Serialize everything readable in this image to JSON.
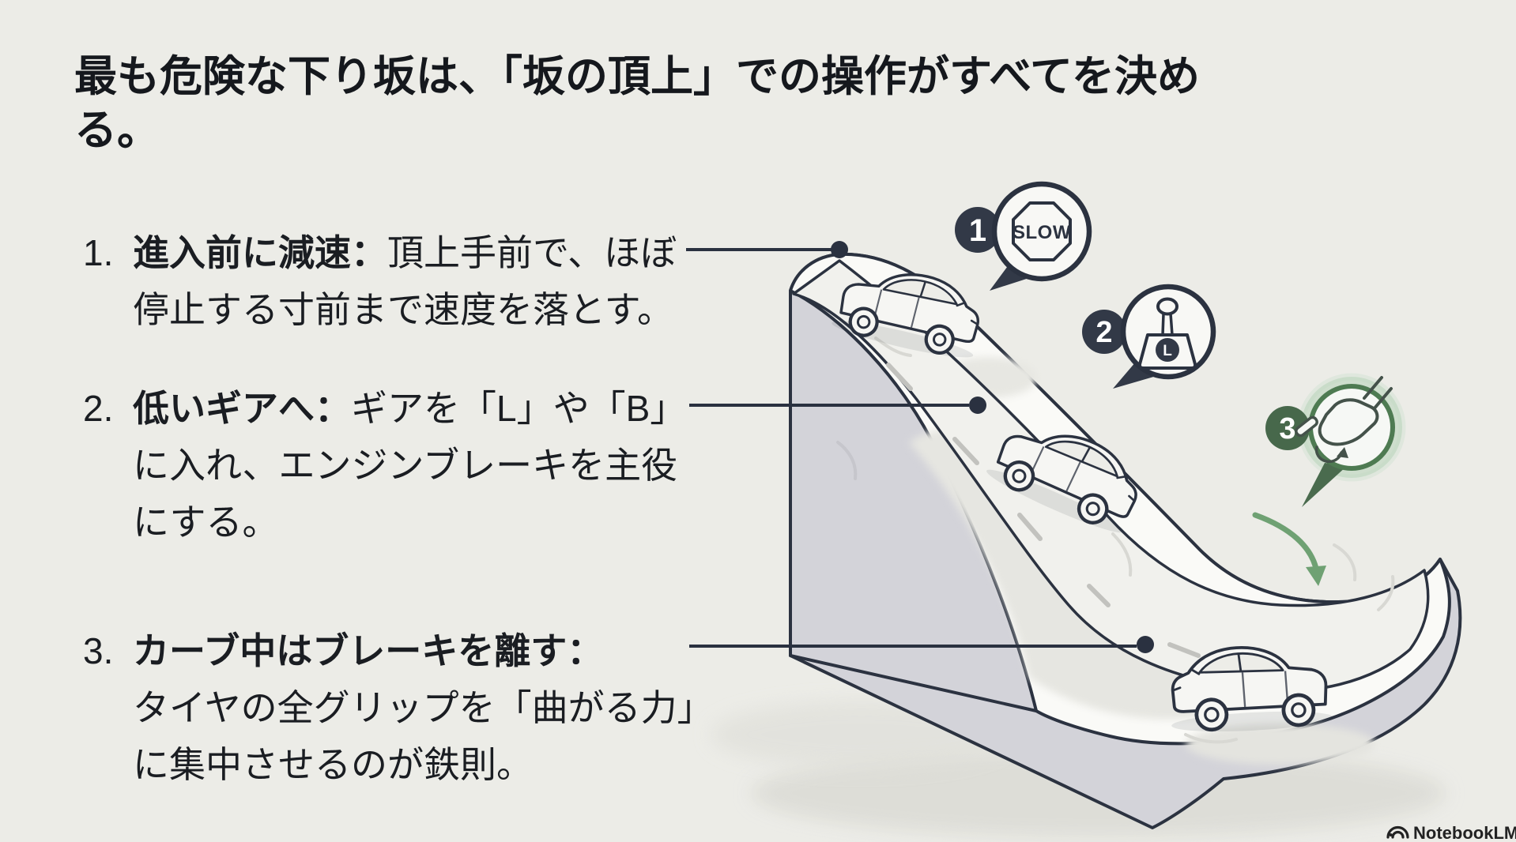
{
  "title": "最も危険な下り坂は、「坂の頂上」での操作がすべてを決める。",
  "steps": [
    {
      "num": "1.",
      "lead": "進入前に減速：",
      "line1_rest": "頂上手前で、ほぼ",
      "line2": "停止する寸前まで速度を落とす。",
      "line3": ""
    },
    {
      "num": "2.",
      "lead": "低いギアへ：",
      "line1_rest": "ギアを「L」や「B」",
      "line2": "に入れ、エンジンブレーキを主役",
      "line3": "にする。"
    },
    {
      "num": "3.",
      "lead": "カーブ中はブレーキを離す：",
      "line1_rest": "",
      "line2": "タイヤの全グリップを「曲がる力」",
      "line3": "に集中させるのが鉄則。"
    }
  ],
  "callouts": {
    "c1": {
      "num": "1",
      "sign_text": "SLOW",
      "icon": "slow-sign-icon"
    },
    "c2": {
      "num": "2",
      "gear_letter": "L",
      "icon": "gear-shift-low-icon"
    },
    "c3": {
      "num": "3",
      "icon": "brake-pedal-release-icon"
    }
  },
  "watermark": {
    "brand": "NotebookLM"
  },
  "colors": {
    "background": "#ECECE7",
    "ink": "#15181D",
    "outline_navy": "#2B3240",
    "badge_navy": "#323947",
    "hill_side_gray": "#D3D3D9",
    "terrain_white": "#FAFAF7",
    "road_gray": "#F1F1ED",
    "accent_green": "#4E7B52",
    "badge_green": "#47684B",
    "arrow_green": "#6FA173"
  }
}
